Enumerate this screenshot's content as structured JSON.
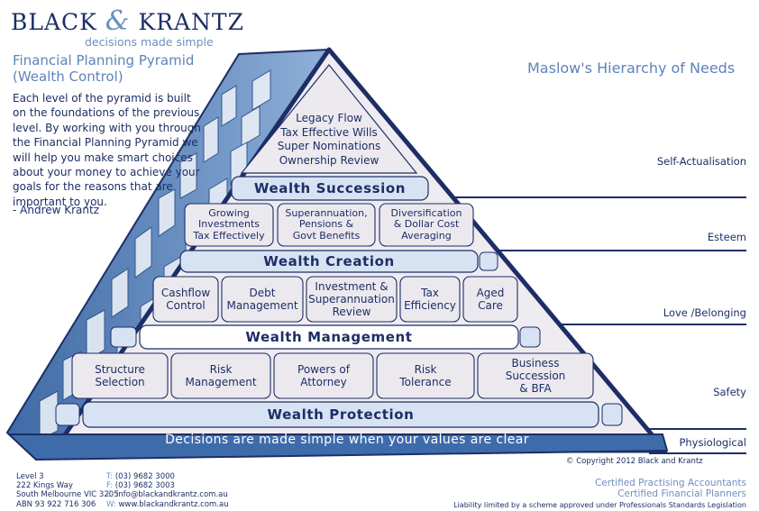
{
  "brand": {
    "name_part1": "Black",
    "ampersand": "&",
    "name_part2": "Krantz",
    "tagline": "decisions made simple"
  },
  "left_panel": {
    "title_line1": "Financial Planning Pyramid",
    "title_line2": "(Wealth Control)",
    "intro": "Each level of the pyramid is built on the foundations of the previous level. By working with you through the Financial Planning Pyramid we will help you make smart choices about your money to achieve your goals for the reasons that are important to you.",
    "author": "- Andrew Krantz"
  },
  "maslow": {
    "title": "Maslow's Hierarchy of Needs",
    "levels": [
      "Self-Actualisation",
      "Esteem",
      "Love /Belonging",
      "Safety",
      "Physiological"
    ]
  },
  "pyramid": {
    "top_box": [
      "Legacy Flow",
      "Tax Effective Wills",
      "Super Nominations",
      "Ownership Review"
    ],
    "band_succession": "Wealth Succession",
    "row2": [
      [
        "Growing",
        "Investments",
        "Tax Effectively"
      ],
      [
        "Superannuation,",
        "Pensions &",
        "Govt Benefits"
      ],
      [
        "Diversification",
        "& Dollar Cost",
        "Averaging"
      ]
    ],
    "band_creation": "Wealth Creation",
    "row3": [
      [
        "Cashflow",
        "Control"
      ],
      [
        "Debt",
        "Management"
      ],
      [
        "Investment &",
        "Superannuation",
        "Review"
      ],
      [
        "Tax",
        "Efficiency"
      ],
      [
        "Aged",
        "Care"
      ]
    ],
    "band_management": "Wealth Management",
    "row4": [
      [
        "Structure",
        "Selection"
      ],
      [
        "Risk",
        "Management"
      ],
      [
        "Powers of",
        "Attorney"
      ],
      [
        "Risk",
        "Tolerance"
      ],
      [
        "Business",
        "Succession",
        "& BFA"
      ]
    ],
    "band_protection": "Wealth Protection",
    "base": "Decisions are made simple when your values are clear"
  },
  "copyright": "© Copyright 2012 Black and Krantz",
  "footer": {
    "address": [
      "Level 3",
      "222 Kings Way",
      "South Melbourne VIC 3205",
      "ABN 93 922 716 306"
    ],
    "contact_labels": [
      "T:",
      "F:",
      "E:",
      "W:"
    ],
    "contact_values": [
      "(03) 9682 3000",
      "(03) 9682 3003",
      "info@blackandkrantz.com.au",
      "www.blackandkrantz.com.au"
    ],
    "credentials": [
      "Certified Practising Accountants",
      "Certified Financial Planners"
    ],
    "liability": "Liability limited by a scheme approved under Professionals Standards Legislation"
  },
  "colors": {
    "navy": "#1d2e66",
    "light_blue": "#6d8fc0",
    "box_fill": "#ece9ee",
    "band_fill": "#d7e3f2",
    "base_fill": "#3e6cab"
  }
}
